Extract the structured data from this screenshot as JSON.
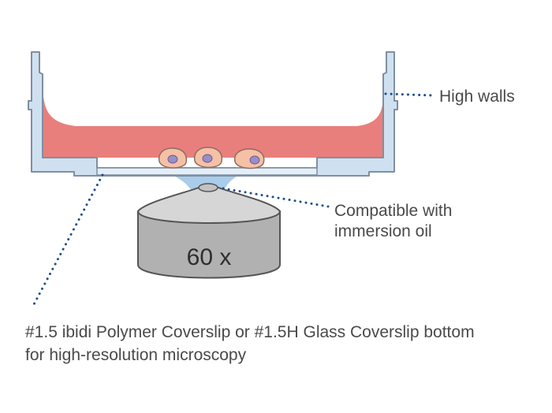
{
  "labels": {
    "high_walls": "High walls",
    "compatible_line1": "Compatible with",
    "compatible_line2": "immersion oil",
    "coverslip_line1": "#1.5 ibidi Polymer Coverslip or #1.5H Glass Coverslip bottom",
    "coverslip_line2": "for high-resolution microscopy"
  },
  "objective": {
    "magnification": "60 x"
  },
  "colors": {
    "dish_fill": "#cfe1f1",
    "dish_outline": "#7f8fa0",
    "medium": "#e97f7c",
    "cell": "#f6c0a5",
    "nucleus": "#9b8dc6",
    "oil": "#a9cdea",
    "objective_body": "#b1b1b1",
    "objective_top": "#d6d6d6",
    "callout_dots": "#1f4e8c"
  }
}
